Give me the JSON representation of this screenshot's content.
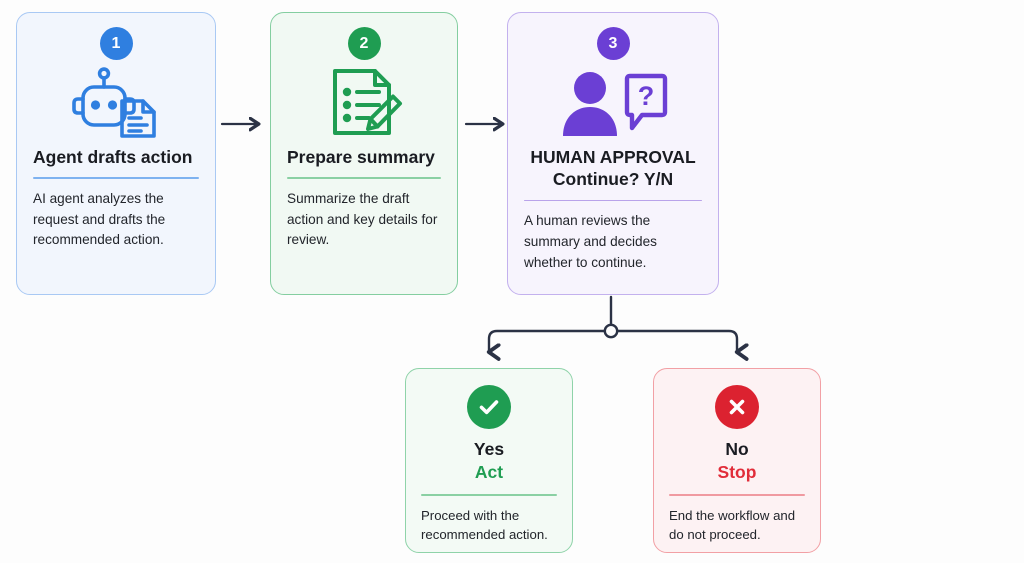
{
  "page": {
    "background": "#fdfdfd",
    "connector_color": "#2b3245"
  },
  "steps": [
    {
      "badge": "1",
      "badge_color": "#2f7fe0",
      "icon": "robot-document-icon",
      "icon_color": "#2f7fe0",
      "title": "Agent drafts action",
      "title_align": "left",
      "divider_color": "#7eb2f0",
      "body": "AI agent analyzes the request and drafts the recommended action.",
      "card_bg": "#f2f6fd",
      "card_border": "#a9c9f4"
    },
    {
      "badge": "2",
      "badge_color": "#1f9d52",
      "icon": "checklist-pencil-icon",
      "icon_color": "#1f9d52",
      "title": "Prepare summary",
      "title_align": "left",
      "divider_color": "#8ad0a3",
      "body": "Summarize the draft action and key details for review.",
      "card_bg": "#f1f9f3",
      "card_border": "#84cea0"
    },
    {
      "badge": "3",
      "badge_color": "#6b3fd4",
      "icon": "person-question-icon",
      "icon_color": "#6b3fd4",
      "title_line_1": "HUMAN APPROVAL",
      "title_line_2": "Continue? Y/N",
      "title_align": "center",
      "divider_color": "#b9a3ea",
      "body": "A human reviews the summary and decides whether to continue.",
      "card_bg": "#f7f4fd",
      "card_border": "#c3b1ee"
    }
  ],
  "outcomes": [
    {
      "icon": "check-circle-icon",
      "icon_color": "#1f9d52",
      "heading": "Yes",
      "sub": "Act",
      "sub_color": "#1f9d52",
      "divider_color": "#8ad0a3",
      "body": "Proceed with the recommended action.",
      "card_bg": "#f3faf5",
      "card_border": "#8fd3a9"
    },
    {
      "icon": "x-circle-icon",
      "icon_color": "#dc2230",
      "heading": "No",
      "sub": "Stop",
      "sub_color": "#e12d39",
      "divider_color": "#f09aa0",
      "body": "End the workflow and do not proceed.",
      "card_bg": "#fdf2f3",
      "card_border": "#f2a0a5"
    }
  ],
  "connectors": {
    "arrow_1_to_2": "arrow-right-icon",
    "arrow_2_to_3": "arrow-right-icon",
    "branch_node": "branch-junction-node",
    "arrow_branch_yes": "arrow-down-icon",
    "arrow_branch_no": "arrow-down-icon"
  }
}
